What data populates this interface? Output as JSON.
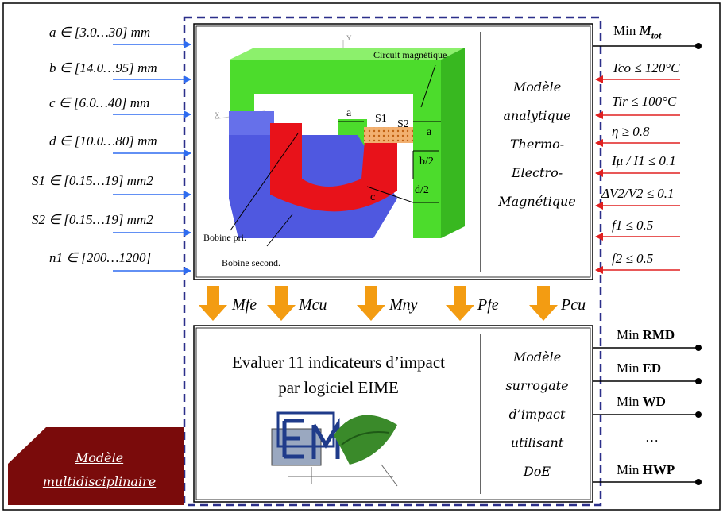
{
  "inputs": [
    "a ∈ [3.0…30] mm",
    "b ∈ [14.0…95] mm",
    "c ∈ [6.0…40] mm",
    "d ∈ [10.0…80] mm",
    "S1 ∈ [0.15…19] mm2",
    "S2 ∈ [0.15…19] mm2",
    "n1 ∈ [200…1200]"
  ],
  "image_labels": {
    "circuit": "Circuit magnétique",
    "bobine_pri": "Bobine pri.",
    "bobine_second": "Bobine second.",
    "dim_a": "a",
    "dim_a2": "a",
    "dim_s1": "S1",
    "dim_s2": "S2",
    "dim_b2": "b/2",
    "dim_d2": "d/2",
    "dim_c": "c",
    "axis_y": "Y",
    "axis_x": "X"
  },
  "analytic_model": [
    "Modèle",
    "analytique",
    "Thermo-",
    "Electro-",
    "Magnétique"
  ],
  "objective_top": {
    "prefix": "Min",
    "var": "M",
    "sub": "tot"
  },
  "constraints": [
    "Tco ≤ 120°C",
    "Tir ≤ 100°C",
    "η ≥ 0.8",
    "Iμ / I1 ≤ 0.1",
    "ΔV2/V2 ≤ 0.1",
    "f1 ≤ 0.5",
    "f2 ≤ 0.5"
  ],
  "flows": [
    "Mfe",
    "Mcu",
    "Mny",
    "Pfe",
    "Pcu"
  ],
  "eime_text": [
    "Evaluer 11 indicateurs d’impact",
    "par logiciel EIME"
  ],
  "surrogate_model": [
    "Modèle",
    "surrogate",
    "d’impact",
    "utilisant",
    "DoE"
  ],
  "objectives_bottom": [
    {
      "prefix": "Min",
      "bold": "RMD"
    },
    {
      "prefix": "Min",
      "bold": "ED"
    },
    {
      "prefix": "Min",
      "bold": "WD"
    },
    {
      "prefix": "",
      "bold": "…"
    },
    {
      "prefix": "Min",
      "bold": "HWP"
    }
  ],
  "badge": [
    "Modèle",
    "multidisciplinaire"
  ],
  "colors": {
    "input_arrow": "#2e6cf0",
    "constraint_arrow": "#e02020",
    "flow_arrow": "#f39c12",
    "dashed_frame": "#2b2f8a",
    "badge": "#7a0b0b",
    "core": "#4cdc2c",
    "coil_outer": "#4f58e0",
    "coil_inner": "#e8121a",
    "gap_hatch": "#f0a050"
  }
}
